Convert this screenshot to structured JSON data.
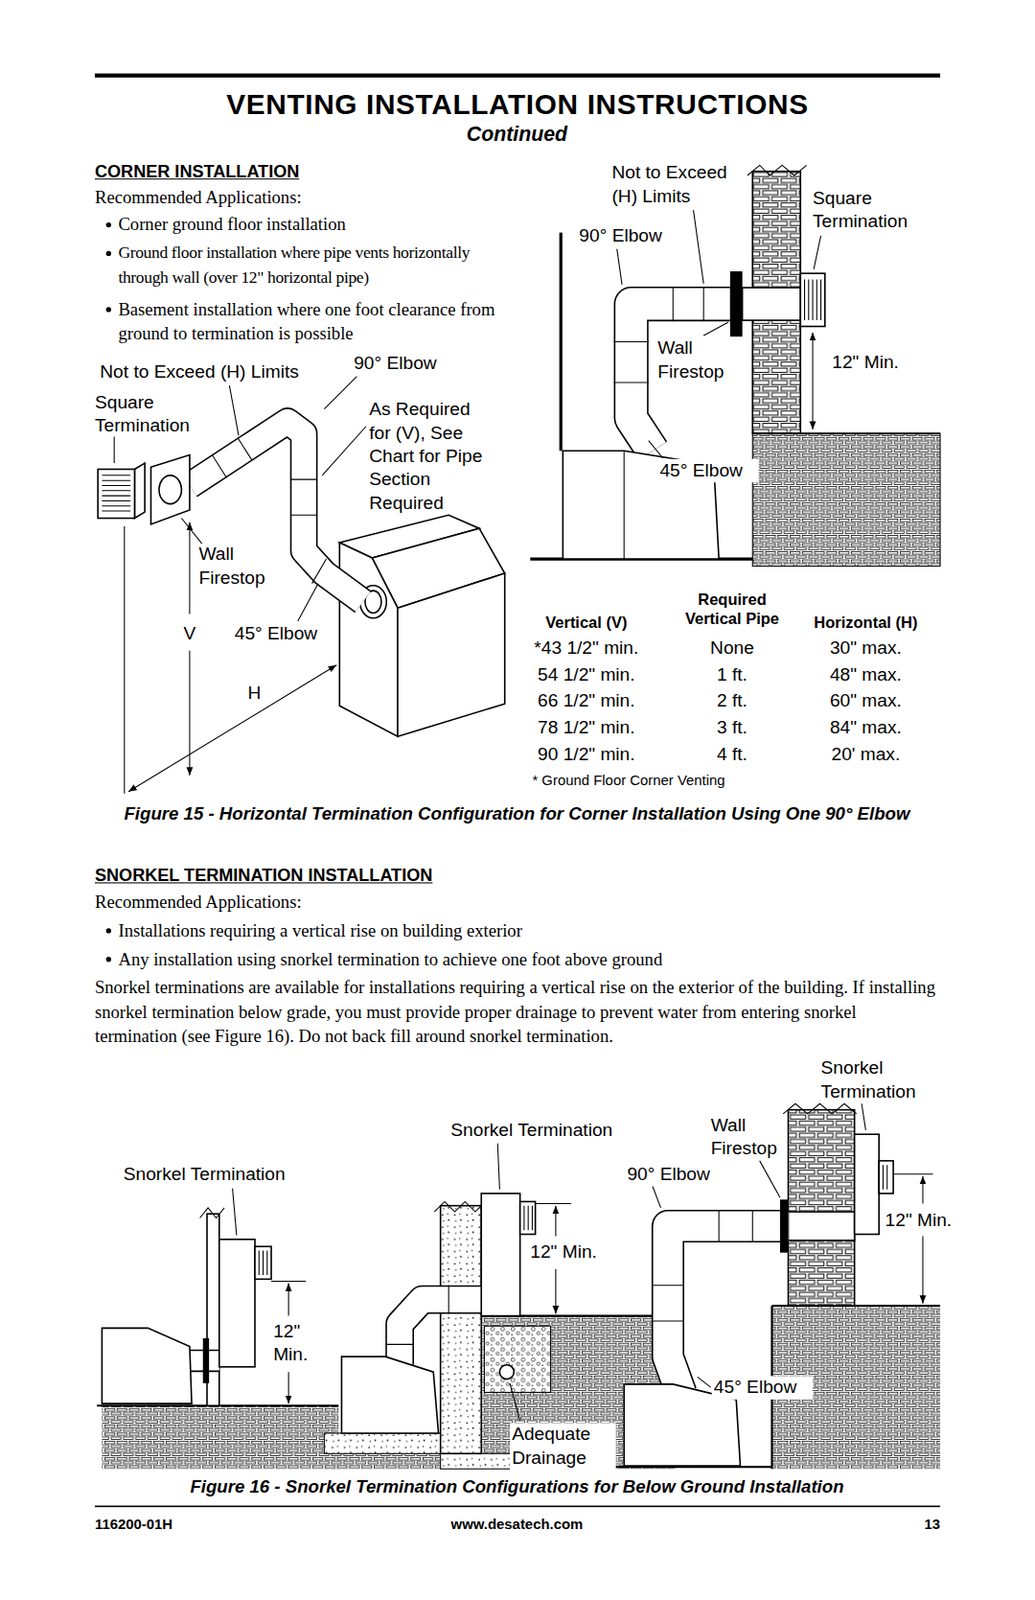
{
  "diagram": {
    "title": "VENTING INSTALLATION INSTRUCTIONS",
    "labels": [
      "Continued",
      "CORNER INSTALLATION",
      "Recommended Applications:",
      "Corner ground floor installation",
      "Ground floor installation where pipe vents horizontally through wall (over 12\" horizontal pipe)",
      "Basement installation where one foot clearance from ground to termination is possible",
      "Not to Exceed (H) Limits",
      "90° Elbow",
      "Square Termination",
      "As Required for (V), See Chart for Pipe Section Required",
      "Wall Firestop",
      "45° Elbow",
      "V",
      "H",
      "Not to Exceed (H) Limits",
      "Square Termination",
      "90° Elbow",
      "Wall Firestop",
      "12\" Min.",
      "45° Elbow",
      "Vertical (V)",
      "Required Vertical Pipe",
      "Horizontal (H)",
      "*43 1/2\" min.",
      "None",
      "30\" max.",
      "54 1/2\" min.",
      "1 ft.",
      "48\" max.",
      "66 1/2\" min.",
      "2 ft.",
      "60\" max.",
      "78 1/2\" min.",
      "3 ft.",
      "84\" max.",
      "90 1/2\" min.",
      "4 ft.",
      "20' max.",
      "* Ground Floor Corner Venting",
      "Figure 15 - Horizontal Termination Configuration for Corner Installation Using One 90° Elbow",
      "SNORKEL TERMINATION INSTALLATION",
      "Recommended Applications:",
      "Installations requiring a vertical rise on building exterior",
      "Any installation using snorkel termination to achieve one foot above ground",
      "Snorkel terminations are available for installations requiring a vertical rise on the exterior of the building. If installing snorkel termination below grade, you must provide proper drainage to prevent water from entering snorkel termination (see Figure 16). Do not back fill around snorkel termination.",
      "Snorkel Termination",
      "12\" Min.",
      "Snorkel Termination",
      "12\" Min.",
      "Adequate Drainage",
      "Snorkel Termination",
      "Wall Firestop",
      "90° Elbow",
      "12\" Min.",
      "45° Elbow",
      "Figure 16 - Snorkel Termination Configurations for Below Ground Installation",
      "116200-01H",
      "www.desatech.com",
      "13"
    ]
  }
}
